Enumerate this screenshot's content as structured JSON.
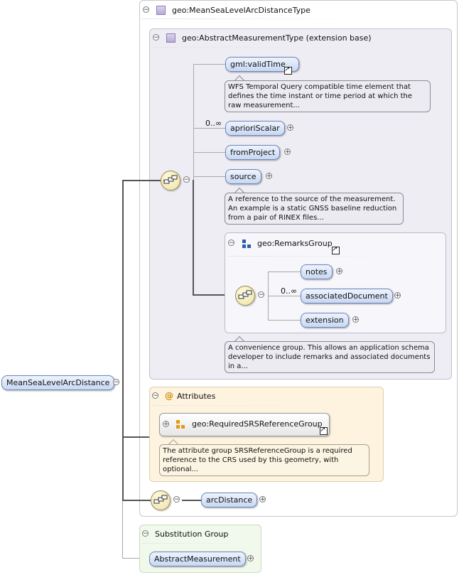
{
  "type_frame": {
    "title": "geo:MeanSeaLevelArcDistanceType",
    "collapse_glyph": "−",
    "icon": "complex-type-icon"
  },
  "extension_frame": {
    "title": "geo:AbstractMeasurementType (extension base)",
    "collapse_glyph": "−",
    "icon": "complex-type-icon"
  },
  "root_element": {
    "label": "MeanSeaLevelArcDistance",
    "collapse_glyph": "−"
  },
  "sequence_icon": "sequence-compositor-icon",
  "elements": {
    "validTime": {
      "label": "gml:validTime",
      "annotation": "WFS Temporal Query compatible time element that defines the time instant or time period at which the raw measurement..."
    },
    "aprioriScalar": {
      "label": "aprioriScalar",
      "occurrence": "0..∞"
    },
    "fromProject": {
      "label": "fromProject"
    },
    "source": {
      "label": "source",
      "annotation": "A reference to the source of the measurement. An example is a static GNSS baseline reduction from a pair of RINEX files..."
    },
    "arcDistance": {
      "label": "arcDistance"
    }
  },
  "remarks_group": {
    "title": "geo:RemarksGroup",
    "icon": "model-group-icon",
    "elements": {
      "notes": "notes",
      "associatedDocument": "associatedDocument",
      "associatedDocument_occurrence": "0..∞",
      "extension": "extension"
    },
    "annotation": "A convenience group. This allows an application schema developer to include remarks and associated documents in a..."
  },
  "attributes": {
    "title": "Attributes",
    "at_glyph": "@",
    "group_ref": "geo:RequiredSRSReferenceGroup",
    "group_icon": "attribute-group-icon",
    "annotation": "The attribute group SRSReferenceGroup is a required reference to the CRS used by this geometry, with optional..."
  },
  "substitution": {
    "title": "Substitution Group",
    "element": "AbstractMeasurement"
  },
  "glyphs": {
    "expand": "+",
    "collapse": "−",
    "link_arrow": "↗"
  },
  "colors": {
    "element_fill": "#c8d8f2",
    "element_border": "#6f87b6",
    "annotation_fill": "#ecebf1",
    "attribute_fill": "#fdf3df",
    "substitution_fill": "#f1f8ec",
    "compositor_fill": "#ece1a4"
  }
}
